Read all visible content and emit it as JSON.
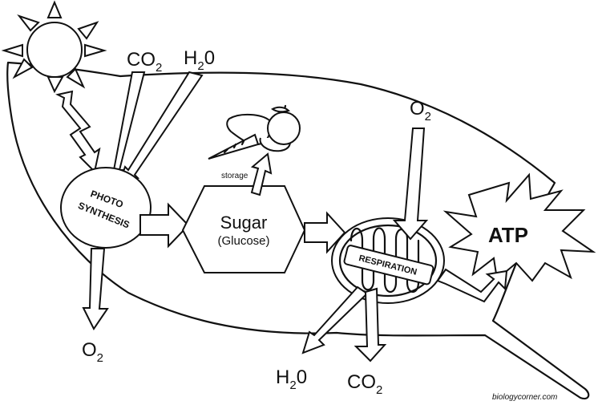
{
  "labels": {
    "co2_in": "CO",
    "co2_in_sub": "2",
    "h2o_in": "H",
    "h2o_in_sub": "2",
    "h2o_in_tail": "0",
    "o2_out": "O",
    "o2_out_sub": "2",
    "photosynthesis_1": "PHOTO",
    "photosynthesis_2": "SYNTHESIS",
    "storage": "storage",
    "sugar": "Sugar",
    "glucose": "(Glucose)",
    "o2_in": "O",
    "o2_in_sub": "2",
    "respiration": "RESPIRATION",
    "atp": "ATP",
    "h2o_out": "H",
    "h2o_out_sub": "2",
    "h2o_out_tail": "0",
    "co2_out": "CO",
    "co2_out_sub": "2",
    "credit": "biologycorner.com"
  },
  "icons": [
    "sun-icon",
    "vegetables-icon",
    "mitochondrion-icon",
    "atp-burst-icon"
  ],
  "colors": {
    "ink": "#111111",
    "paper": "#ffffff"
  }
}
